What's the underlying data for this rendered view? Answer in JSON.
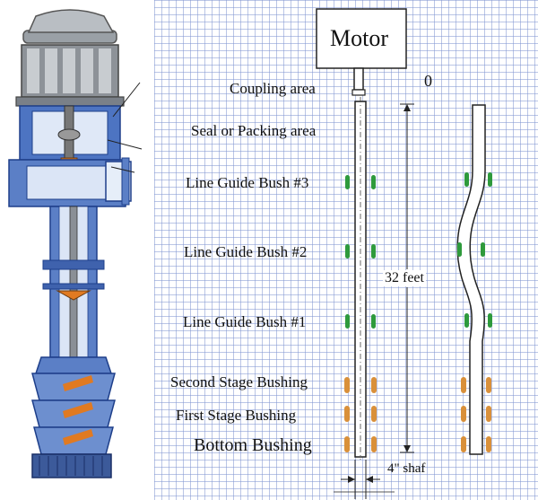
{
  "motor_label": "Motor",
  "zero_label": "0",
  "length_label": "32 feet",
  "shaft_label": "4\" shaf",
  "labels": {
    "coupling": "Coupling area",
    "seal": "Seal or Packing area",
    "lgb3": "Line Guide Bush #3",
    "lgb2": "Line Guide Bush #2",
    "lgb1": "Line Guide Bush #1",
    "second": "Second Stage Bushing",
    "first": "First Stage Bushing",
    "bottom": "Bottom Bushing"
  },
  "colors": {
    "line_guide_bush": "#2e9a3c",
    "stage_bushing": "#d9903a",
    "pump_body": "#5b7fc6",
    "motor_gray": "#8a8f96"
  }
}
